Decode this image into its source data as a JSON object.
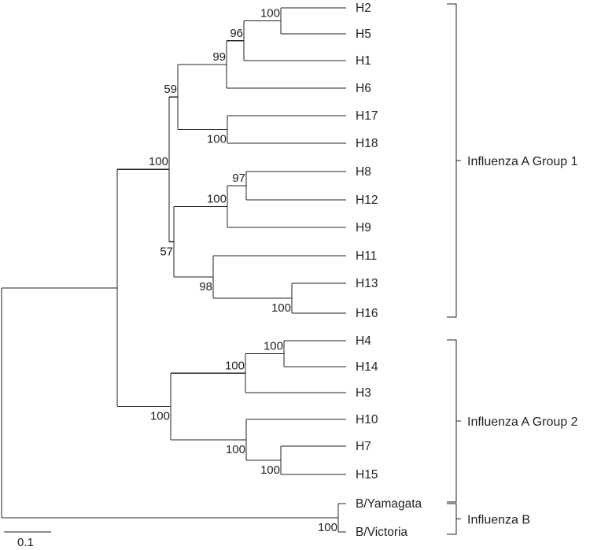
{
  "tree": {
    "leaves": [
      {
        "id": "H2",
        "label": "H2"
      },
      {
        "id": "H5",
        "label": "H5"
      },
      {
        "id": "H1",
        "label": "H1"
      },
      {
        "id": "H6",
        "label": "H6"
      },
      {
        "id": "H17",
        "label": "H17"
      },
      {
        "id": "H18",
        "label": "H18"
      },
      {
        "id": "H8",
        "label": "H8"
      },
      {
        "id": "H12",
        "label": "H12"
      },
      {
        "id": "H9",
        "label": "H9"
      },
      {
        "id": "H11",
        "label": "H11"
      },
      {
        "id": "H13",
        "label": "H13"
      },
      {
        "id": "H16",
        "label": "H16"
      },
      {
        "id": "H4",
        "label": "H4"
      },
      {
        "id": "H14",
        "label": "H14"
      },
      {
        "id": "H3",
        "label": "H3"
      },
      {
        "id": "H10",
        "label": "H10"
      },
      {
        "id": "H7",
        "label": "H7"
      },
      {
        "id": "H15",
        "label": "H15"
      },
      {
        "id": "BY",
        "label": "B/Yamagata"
      },
      {
        "id": "BV",
        "label": "B/Victoria"
      }
    ],
    "bootstrap": [
      {
        "id": "n_h2h5",
        "value": "100"
      },
      {
        "id": "n_h2h5h1",
        "value": "96"
      },
      {
        "id": "n_h2h6",
        "value": "99"
      },
      {
        "id": "n_h17h18",
        "value": "100"
      },
      {
        "id": "n_cladeA",
        "value": "59"
      },
      {
        "id": "n_h8h12",
        "value": "97"
      },
      {
        "id": "n_h8h9",
        "value": "100"
      },
      {
        "id": "n_h13h16",
        "value": "100"
      },
      {
        "id": "n_h11h16",
        "value": "98"
      },
      {
        "id": "n_cladeB",
        "value": "57"
      },
      {
        "id": "n_group1",
        "value": "100"
      },
      {
        "id": "n_h4h14",
        "value": "100"
      },
      {
        "id": "n_h4h3",
        "value": "100"
      },
      {
        "id": "n_h7h15",
        "value": "100"
      },
      {
        "id": "n_h10h15",
        "value": "100"
      },
      {
        "id": "n_group2",
        "value": "100"
      },
      {
        "id": "n_flub",
        "value": "100"
      }
    ],
    "groups": [
      {
        "id": "g1",
        "label": "Influenza A Group 1"
      },
      {
        "id": "g2",
        "label": "Influenza A Group 2"
      },
      {
        "id": "gb",
        "label": "Influenza B"
      }
    ],
    "scale_bar": {
      "label": "0.1"
    }
  }
}
